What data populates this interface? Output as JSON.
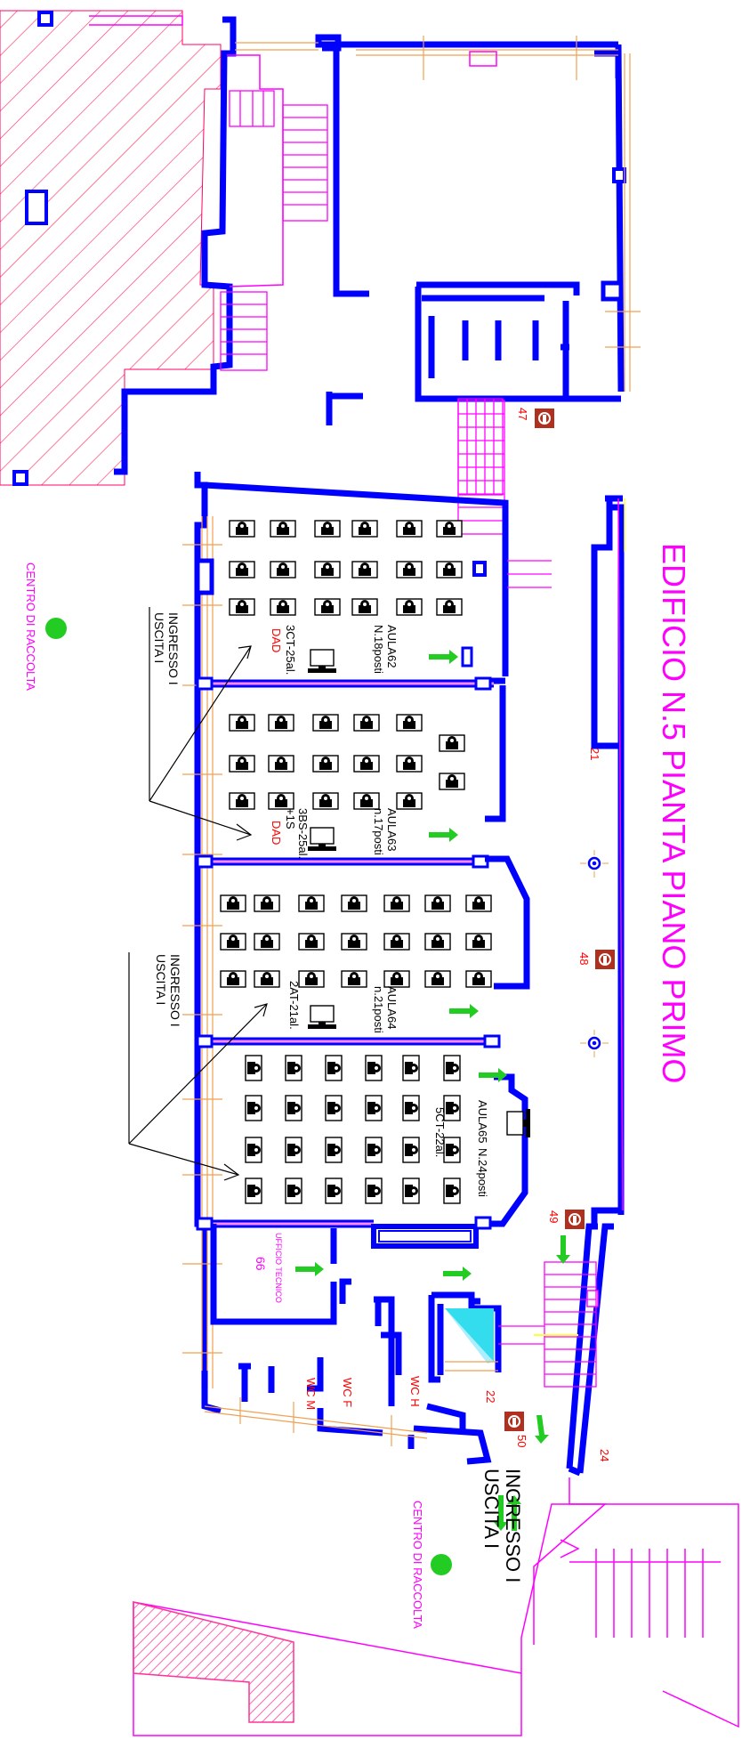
{
  "title": "EDIFICIO N.5  PIANTA PIANO PRIMO",
  "colors": {
    "wall": "#0000ff",
    "magenta": "#ff00ff",
    "red": "#ff0000",
    "green": "#22cc22",
    "orange": "#f0a050",
    "fire": "#b03020"
  },
  "assembly": {
    "left": "CENTRO DI RACCOLTA",
    "bottom": "CENTRO DI RACCOLTA"
  },
  "main_exit": {
    "line1": "INGRESSO I",
    "line2": "USCITA I"
  },
  "rooms": [
    {
      "name": "AULA62",
      "seats": "N.18posti",
      "class": "3CT-25al.",
      "extra": "",
      "dad": "DAD"
    },
    {
      "name": "AULA63",
      "seats": "n.17posti",
      "class": "3BS-25al.",
      "extra": "+1S",
      "dad": "DAD"
    },
    {
      "name": "AULA64",
      "seats": "n.21posti",
      "class": "2AT-21al.",
      "extra": "",
      "dad": ""
    },
    {
      "name": "AULA65",
      "seats": "N.24posti",
      "class": "5CT-22al.",
      "extra": "",
      "dad": ""
    }
  ],
  "entrances": [
    {
      "line1": "INGRESSO I",
      "line2": "USCITA I"
    },
    {
      "line1": "INGRESSO I",
      "line2": "USCITA I"
    }
  ],
  "office": {
    "label": "UFFICIO TECNICO",
    "number": "66"
  },
  "wc": [
    "WC M",
    "WC F",
    "WC H"
  ],
  "numbers": [
    "47",
    "21",
    "48",
    "49",
    "22",
    "50",
    "24"
  ],
  "icons": [
    "fire-extinguisher-icon",
    "exit-arrow-icon",
    "assembly-point-icon",
    "hydrant-icon"
  ]
}
